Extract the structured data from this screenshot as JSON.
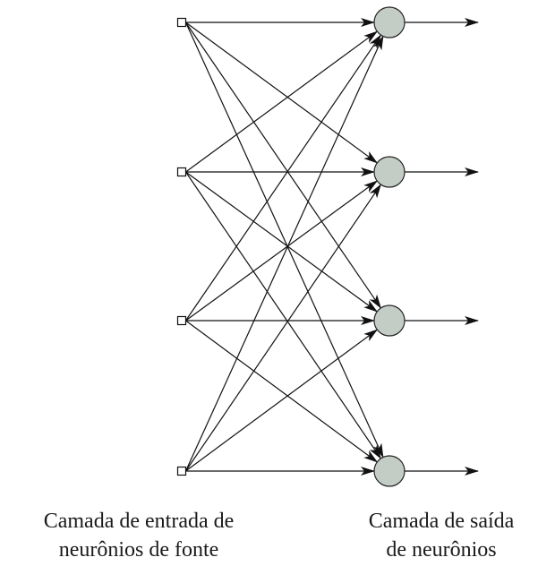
{
  "network": {
    "input_nodes": 4,
    "output_nodes": 4,
    "fully_connected": true,
    "output_arrows": true,
    "colors": {
      "line": "#111111",
      "neuron_fill": "#c3cdc6",
      "neuron_stroke": "#222222",
      "input_node_fill": "#ffffff",
      "background": "#ffffff"
    }
  },
  "captions": {
    "input_layer": {
      "line1": "Camada de entrada de",
      "line2": "neurônios de fonte"
    },
    "output_layer": {
      "line1": "Camada de saída",
      "line2": "de neurônios"
    }
  }
}
